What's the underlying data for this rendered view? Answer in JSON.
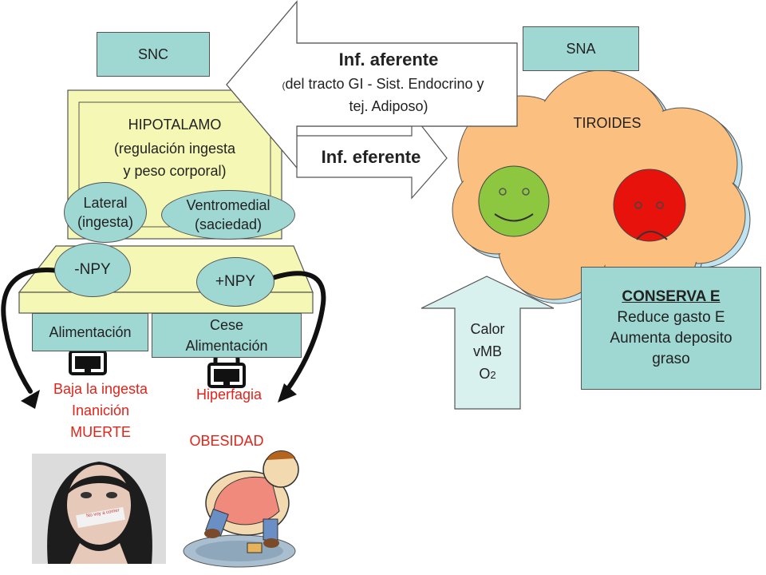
{
  "labels": {
    "snc": "SNC",
    "sna": "SNA",
    "hipotalamo_title": "HIPOTALAMO",
    "hipotalamo_sub1": "(regulación ingesta",
    "hipotalamo_sub2": "y peso corporal)",
    "lateral1": "Lateral",
    "lateral2": "(ingesta)",
    "ventromedial1": "Ventromedial",
    "ventromedial2": "(saciedad)",
    "npy_minus": "-NPY",
    "npy_plus": "+NPY",
    "alimentacion": "Alimentación",
    "cese1": "Cese",
    "cese2": "Alimentación",
    "baja1": "Baja la ingesta",
    "baja2": "Inanición",
    "baja3": "MUERTE",
    "hiperfagia": "Hiperfagia",
    "obesidad": "OBESIDAD",
    "inf_aferente": "Inf. aferente",
    "inf_aferente_sub1_open": "(",
    "inf_aferente_sub1": "del tracto GI - Sist. Endocrino y",
    "inf_aferente_sub2": "tej. Adiposo)",
    "inf_eferente": "Inf. eferente",
    "tiroides": "TIROIDES",
    "conserva_title": "CONSERVA E",
    "conserva1": "Reduce gasto E",
    "conserva2": "Aumenta deposito",
    "conserva3": "graso",
    "calor": "Calor",
    "vmb": "vMB",
    "o2": "O",
    "o2_sub": "2",
    "tape_text": "No voy a comer"
  },
  "colors": {
    "box_fill": "#9fd7d3",
    "hypo_fill": "#f5f8b4",
    "cloud_fill": "#fbbf80",
    "arrow_fill": "#d8f0ee",
    "happy_face": "#8dc63f",
    "sad_face": "#e8120c",
    "red_text": "#e0241b"
  },
  "icons": [
    "lock-icon",
    "happy-face-icon",
    "sad-face-icon",
    "cloud-shape"
  ]
}
